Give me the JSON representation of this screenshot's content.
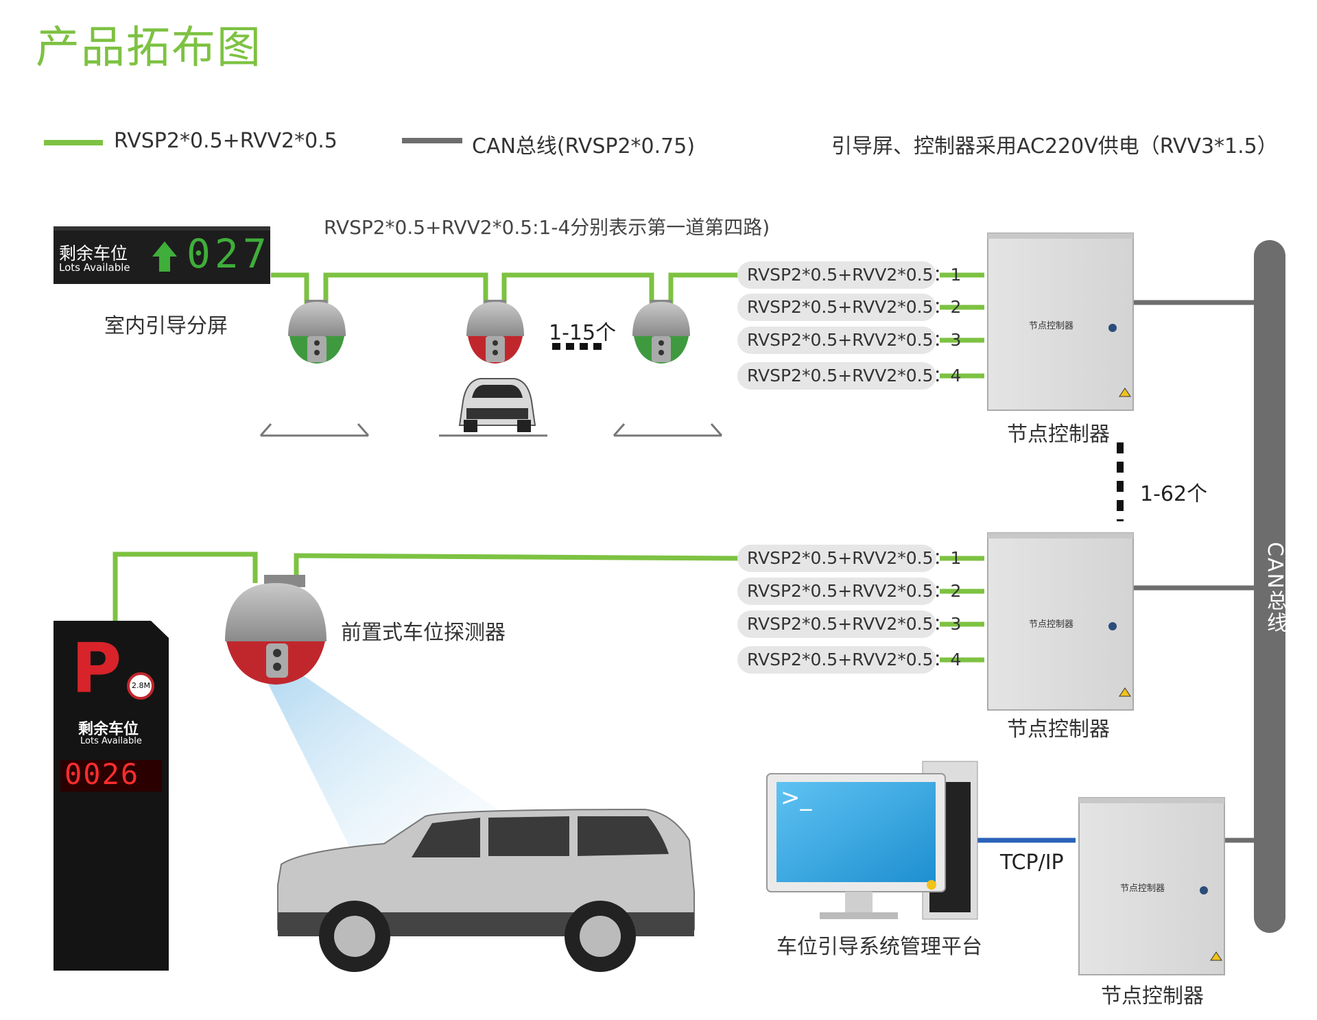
{
  "title": "产品拓布图",
  "legend": {
    "green": "RVSP2*0.5+RVV2*0.5",
    "gray": "CAN总线(RVSP2*0.75)",
    "power": "引导屏、控制器采用AC220V供电（RVV3*1.5）"
  },
  "note": "RVSP2*0.5+RVV2*0.5:1-4分别表示第一道第四路)",
  "indoor_screen": {
    "text": "剩余车位",
    "sub": "Lots Available",
    "number": "027",
    "label": "室内引导分屏"
  },
  "detector_count": "1-15个",
  "controller_count": "1-62个",
  "pills_top": [
    "RVSP2*0.5+RVV2*0.5：1",
    "RVSP2*0.5+RVV2*0.5：2",
    "RVSP2*0.5+RVV2*0.5：3",
    "RVSP2*0.5+RVV2*0.5：4"
  ],
  "pills_mid": [
    "RVSP2*0.5+RVV2*0.5：1",
    "RVSP2*0.5+RVV2*0.5：2",
    "RVSP2*0.5+RVV2*0.5：3",
    "RVSP2*0.5+RVV2*0.5：4"
  ],
  "controller": {
    "box_text": "节点控制器",
    "label": "节点控制器"
  },
  "front_detector_label": "前置式车位探测器",
  "outdoor_screen": {
    "p": "P",
    "height_sign": "2.8M",
    "text": "剩余车位",
    "sub": "Lots Available",
    "number": "0026"
  },
  "pc": {
    "prompt": ">_",
    "label": "车位引导系统管理平台"
  },
  "tcpip": "TCP/IP",
  "bus": "CAN总线",
  "colors": {
    "green": "#7dc242",
    "gray": "#6d6d6d",
    "blue": "#2a62b8",
    "title": "#7dc242"
  }
}
